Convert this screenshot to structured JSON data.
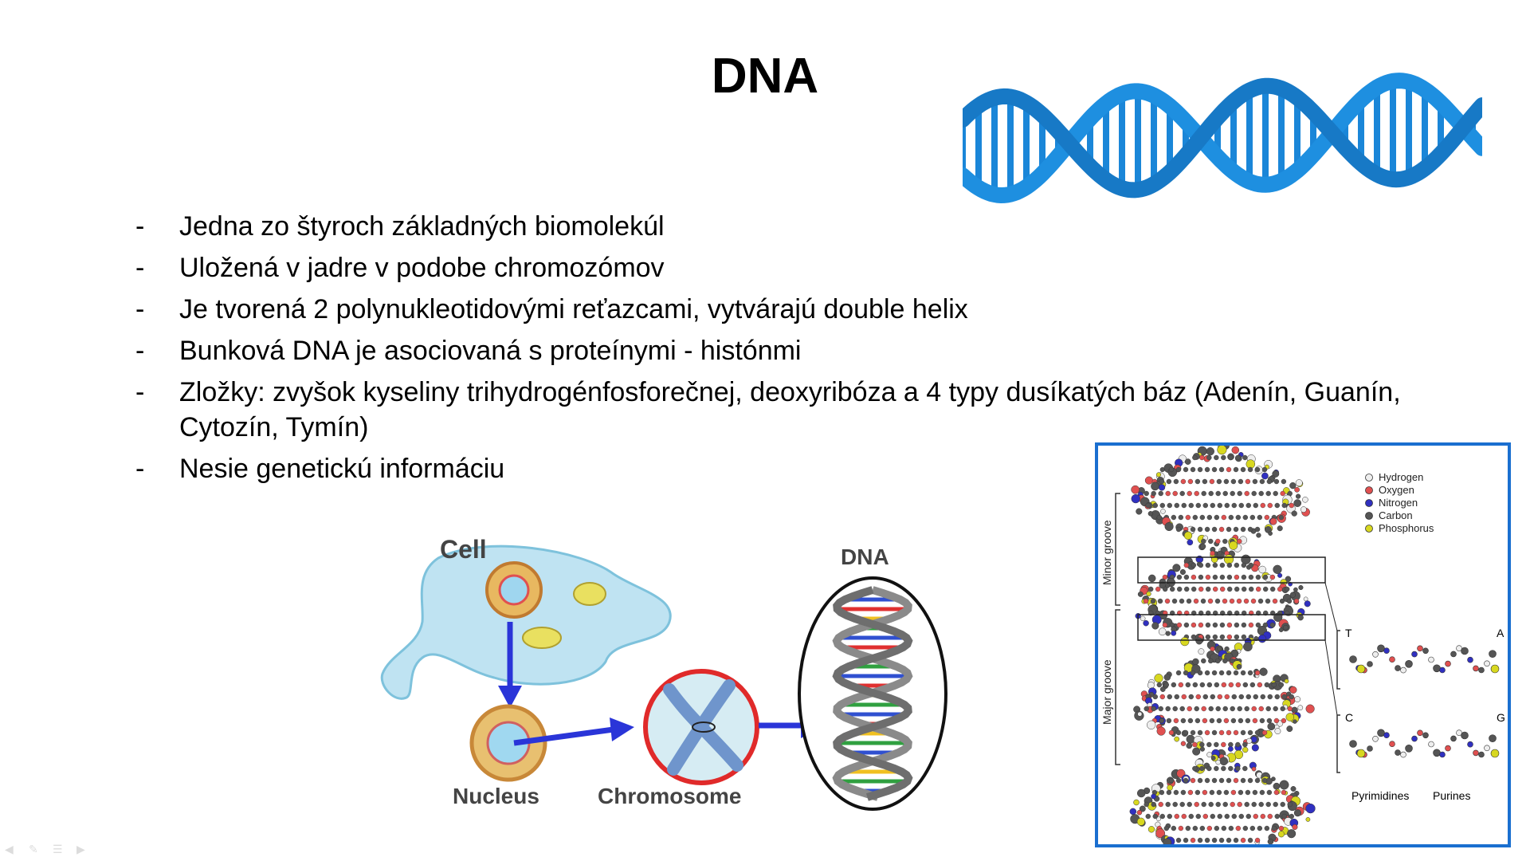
{
  "slide": {
    "title": "DNA",
    "bullets": [
      {
        "marker": "-",
        "text": "Jedna zo štyroch základných biomolekúl"
      },
      {
        "marker": "-",
        "text": "Uložená v jadre v podobe chromozómov"
      },
      {
        "marker": "-",
        "text": "Je tvorená 2 polynukleotidovými reťazcami, vytvárajú double helix"
      },
      {
        "marker": "-",
        "text": "Bunková DNA je asociovaná s proteínymi - histónmi"
      },
      {
        "marker": "-",
        "text": "Zložky: zvyšok kyseliny trihydrogénfosforečnej, deoxyribóza a 4 typy dusíkatých báz (Adenín, Guanín, Cytozín, Tymín)"
      },
      {
        "marker": "-",
        "text": "Nesie genetickú informáciu"
      }
    ]
  },
  "diagram": {
    "cell_label": "Cell",
    "nucleus_label": "Nucleus",
    "chromosome_label": "Chromosome",
    "dna_label": "DNA"
  },
  "molecular": {
    "legend": [
      "Hydrogen",
      "Oxygen",
      "Nitrogen",
      "Carbon",
      "Phosphorus"
    ],
    "legend_colors": [
      "#eeeeee",
      "#e05050",
      "#3030c0",
      "#555555",
      "#d8d820"
    ],
    "minor_groove": "Minor groove",
    "major_groove": "Major groove",
    "pair_labels": [
      "T",
      "A",
      "C",
      "G"
    ],
    "pyrimidines": "Pyrimidines",
    "purines": "Purines"
  },
  "colors": {
    "helix_blue": "#1e8fe0",
    "arrow_blue": "#2a35d8",
    "frame_blue": "#1a6fd0"
  },
  "nav_icons": [
    "prev-arrow-icon",
    "pen-icon",
    "menu-icon",
    "next-arrow-icon"
  ]
}
